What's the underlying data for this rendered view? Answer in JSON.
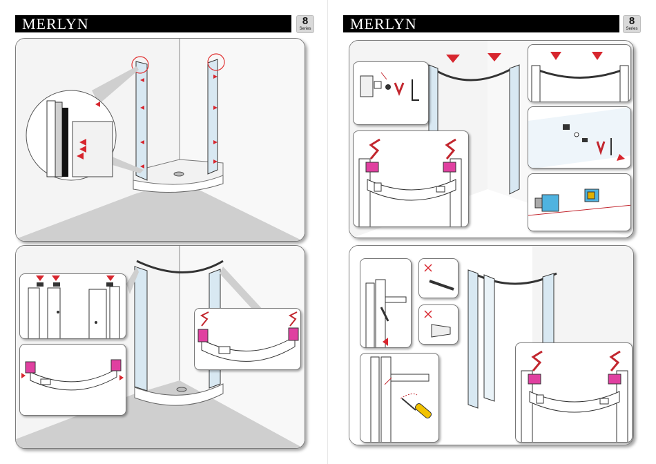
{
  "brand": {
    "left_title": "MERLYN",
    "right_title": "MERLYN",
    "series_number": "8",
    "series_word": "Series"
  },
  "icons": {
    "arrow": "red-arrow-icon",
    "magnifier": "magnifier-circle-icon",
    "cross": "cross-mark-icon",
    "screwdriver": "screwdriver-icon"
  },
  "colors": {
    "accent_arrow": "#d7262e",
    "bracket_highlight": "#e040a0",
    "glass": "#d8e8f2",
    "frame": "#333333",
    "floor": "#cfcfcf",
    "wall": "#f1f1f1",
    "block_blue": "#4fb3e0",
    "screwdriver_handle": "#f2c200"
  }
}
